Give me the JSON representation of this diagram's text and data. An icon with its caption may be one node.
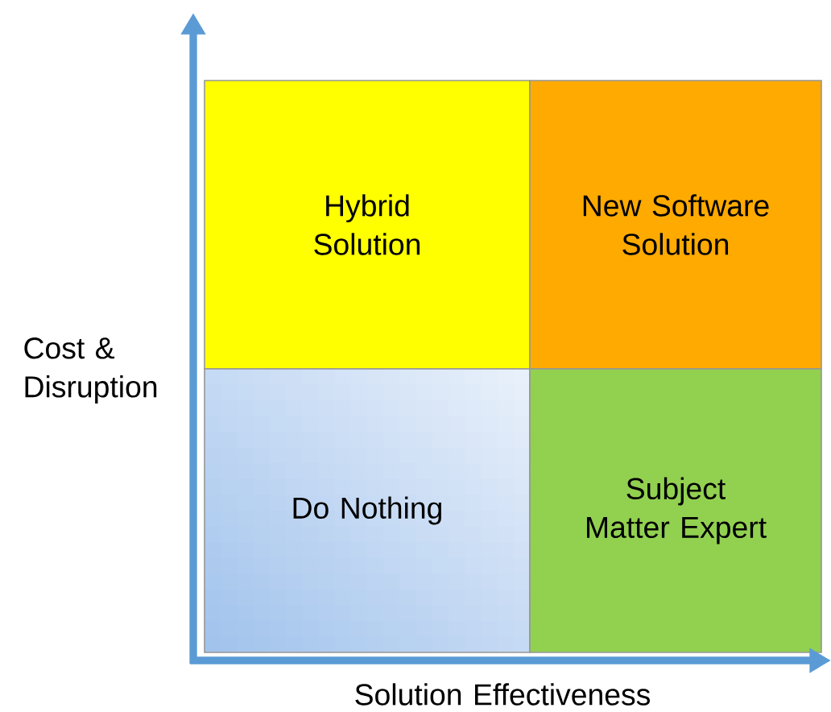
{
  "diagram": {
    "nodes": [
      {
        "text": [
          "Hybrid Solution"
        ]
      },
      {
        "text": [
          "New Software Solution"
        ]
      },
      {
        "text": [
          "Do Nothing"
        ]
      },
      {
        "text": [
          "Subject Matter Expert"
        ]
      }
    ],
    "labels": [
      "Cost & Disruption",
      "Solution Effectiveness"
    ]
  }
}
